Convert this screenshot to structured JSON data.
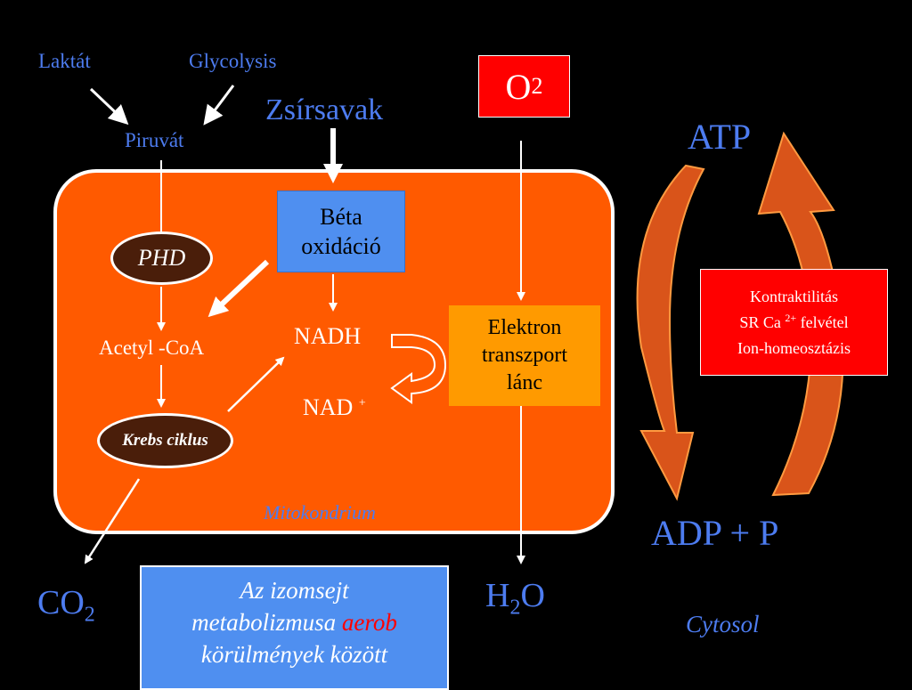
{
  "labels": {
    "laktat": "Laktát",
    "glycolysis": "Glycolysis",
    "piruvat": "Piruvát",
    "zsirsavak": "Zsírsavak",
    "phd": "PHD",
    "acetyl_coa": "Acetyl -CoA",
    "krebs": "Krebs ciklus",
    "beta_line1": "Béta",
    "beta_line2": "oxidáció",
    "nadh": "NADH",
    "nad": "NAD",
    "nad_sup": "+",
    "etc_line1": "Elektron",
    "etc_line2": "transzport",
    "etc_line3": "lánc",
    "o2_base": "O",
    "o2_sub": "2",
    "h2o_h": "H",
    "h2o_sub": "2",
    "h2o_o": "O",
    "co2_base": "CO",
    "co2_sub": "2",
    "mitokondrium": "Mitokondrium",
    "atp": "ATP",
    "adp": "ADP + P",
    "cytosol": "Cytosol"
  },
  "red_box": {
    "line1": "Kontraktilitás",
    "line2_pre": "SR Ca",
    "line2_sup": "2+",
    "line2_post": " felvétel",
    "line3": "Ion-homeosztázis"
  },
  "bottom_box": {
    "line1": "Az izomsejt",
    "line2_pre": "metabolizmusa ",
    "line2_highlight": "aerob",
    "line3": "körülmények között"
  },
  "colors": {
    "background": "#000000",
    "mitochondrion": "#ff5a00",
    "blue_text": "#4d7cf0",
    "beta_box": "#4f8ff0",
    "etc_box": "#ff9a00",
    "red_box": "#ff0000",
    "oval": "#4a1e0a",
    "cycle_arrow": "#d9541a",
    "highlight": "#ff0000"
  }
}
